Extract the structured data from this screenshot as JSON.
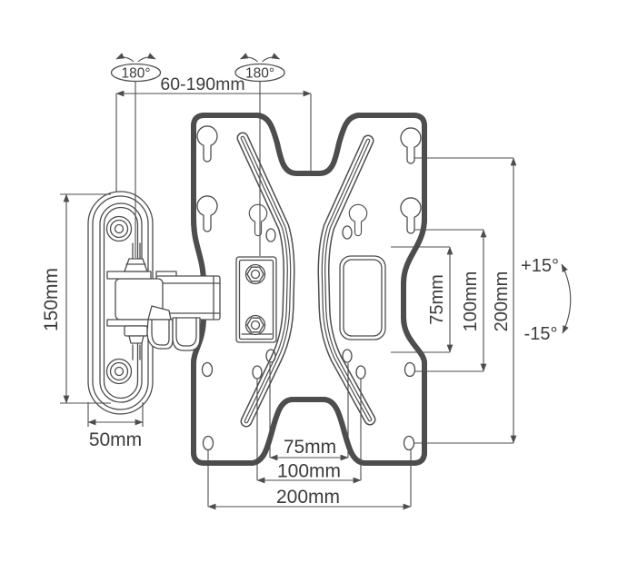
{
  "diagram": {
    "subject": "tv-wall-mount-bracket-dimension-drawing",
    "line_color": "#4d4d4d",
    "background": "#ffffff",
    "annotations": {
      "swivel_left": "180°",
      "swivel_right": "180°",
      "arm_extension": "60-190mm",
      "wall_plate_height": "150mm",
      "wall_plate_width": "50mm",
      "vesa_vertical_75": "75mm",
      "vesa_vertical_100": "100mm",
      "vesa_vertical_200": "200mm",
      "tilt_up": "+15°",
      "tilt_down": "-15°",
      "vesa_horizontal_75": "75mm",
      "vesa_horizontal_100": "100mm",
      "vesa_horizontal_200": "200mm"
    }
  }
}
